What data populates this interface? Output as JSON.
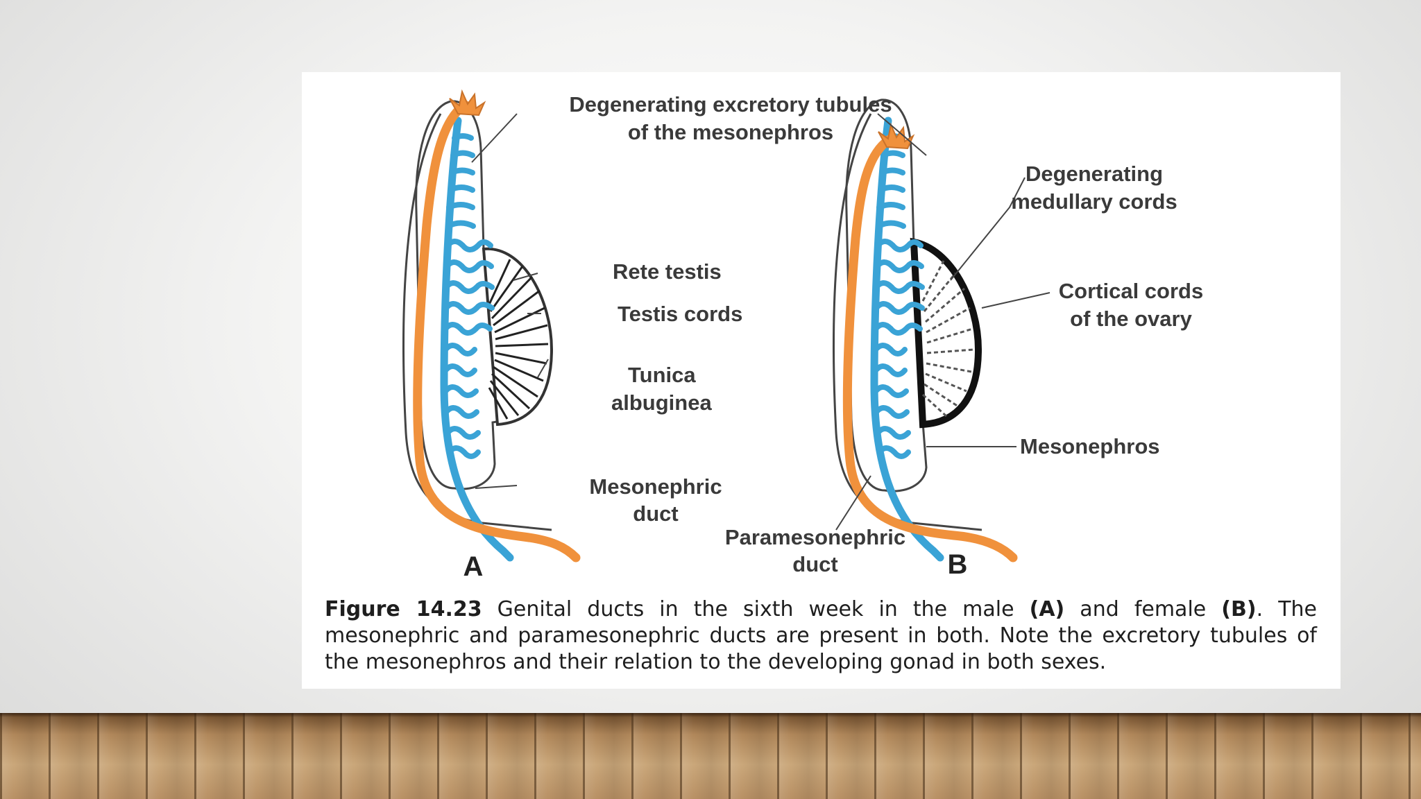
{
  "figure": {
    "labels": {
      "excretory_tubules_line1": "Degenerating excretory tubules",
      "excretory_tubules_line2": "of the mesonephros",
      "rete_testis": "Rete testis",
      "testis_cords": "Testis cords",
      "tunica_line1": "Tunica",
      "tunica_line2": "albuginea",
      "mesonephric_duct_line1": "Mesonephric",
      "mesonephric_duct_line2": "duct",
      "paramesonephric_duct_line1": "Paramesonephric",
      "paramesonephric_duct_line2": "duct",
      "medullary_line1": "Degenerating",
      "medullary_line2": "medullary cords",
      "cortical_line1": "Cortical cords",
      "cortical_line2": "of the ovary",
      "mesonephros": "Mesonephros",
      "panel_a": "A",
      "panel_b": "B"
    },
    "colors": {
      "mesonephric": "#3aa3d6",
      "paramesonephric": "#f0913c",
      "outline": "#333333",
      "gonad_cords": "#222222"
    },
    "caption": {
      "number": "Figure 14.23",
      "text_1": " Genital ducts in the sixth week in the male ",
      "male_mark": "(A)",
      "text_2": " and female ",
      "female_mark": "(B)",
      "text_3": ". The mesonephric and paramesonephric ducts are present in both. Note the excretory tubules of the mesonephros and their relation to the developing gonad in both sexes."
    }
  }
}
